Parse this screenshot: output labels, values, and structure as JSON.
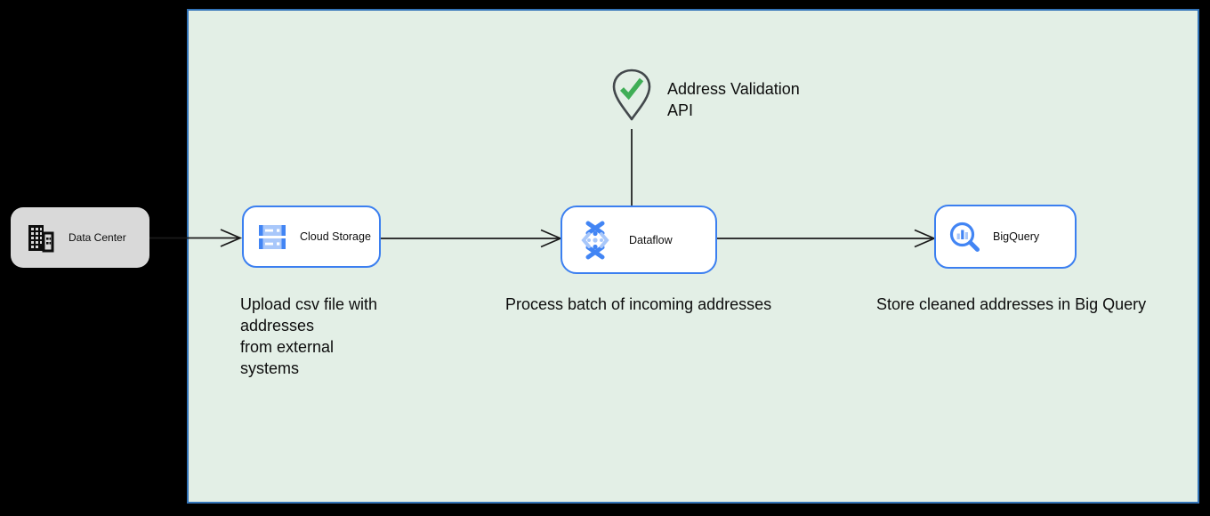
{
  "colors": {
    "canvas_bg": "#000000",
    "panel_bg": "#e3efe6",
    "panel_border": "#3273b8",
    "node_bg": "#ffffff",
    "node_border": "#3b7ff0",
    "datacenter_bg": "#d9d9d9",
    "icon_blue": "#4285f4",
    "icon_blue_light": "#a8c7fa",
    "check_green": "#3fae56",
    "pin_outline": "#43484c",
    "edge_color": "#1a1a1a",
    "text": "#0d0d0d"
  },
  "nodes": {
    "data_center": {
      "label": "Data Center"
    },
    "cloud_storage": {
      "label": "Cloud Storage",
      "caption": "Upload csv file with\naddresses\nfrom external\nsystems"
    },
    "dataflow": {
      "label": "Dataflow",
      "caption": "Process batch of incoming addresses"
    },
    "bigquery": {
      "label": "BigQuery",
      "caption": "Store cleaned addresses in Big Query"
    }
  },
  "annotations": {
    "address_validation": {
      "label": "Address Validation\nAPI"
    }
  }
}
